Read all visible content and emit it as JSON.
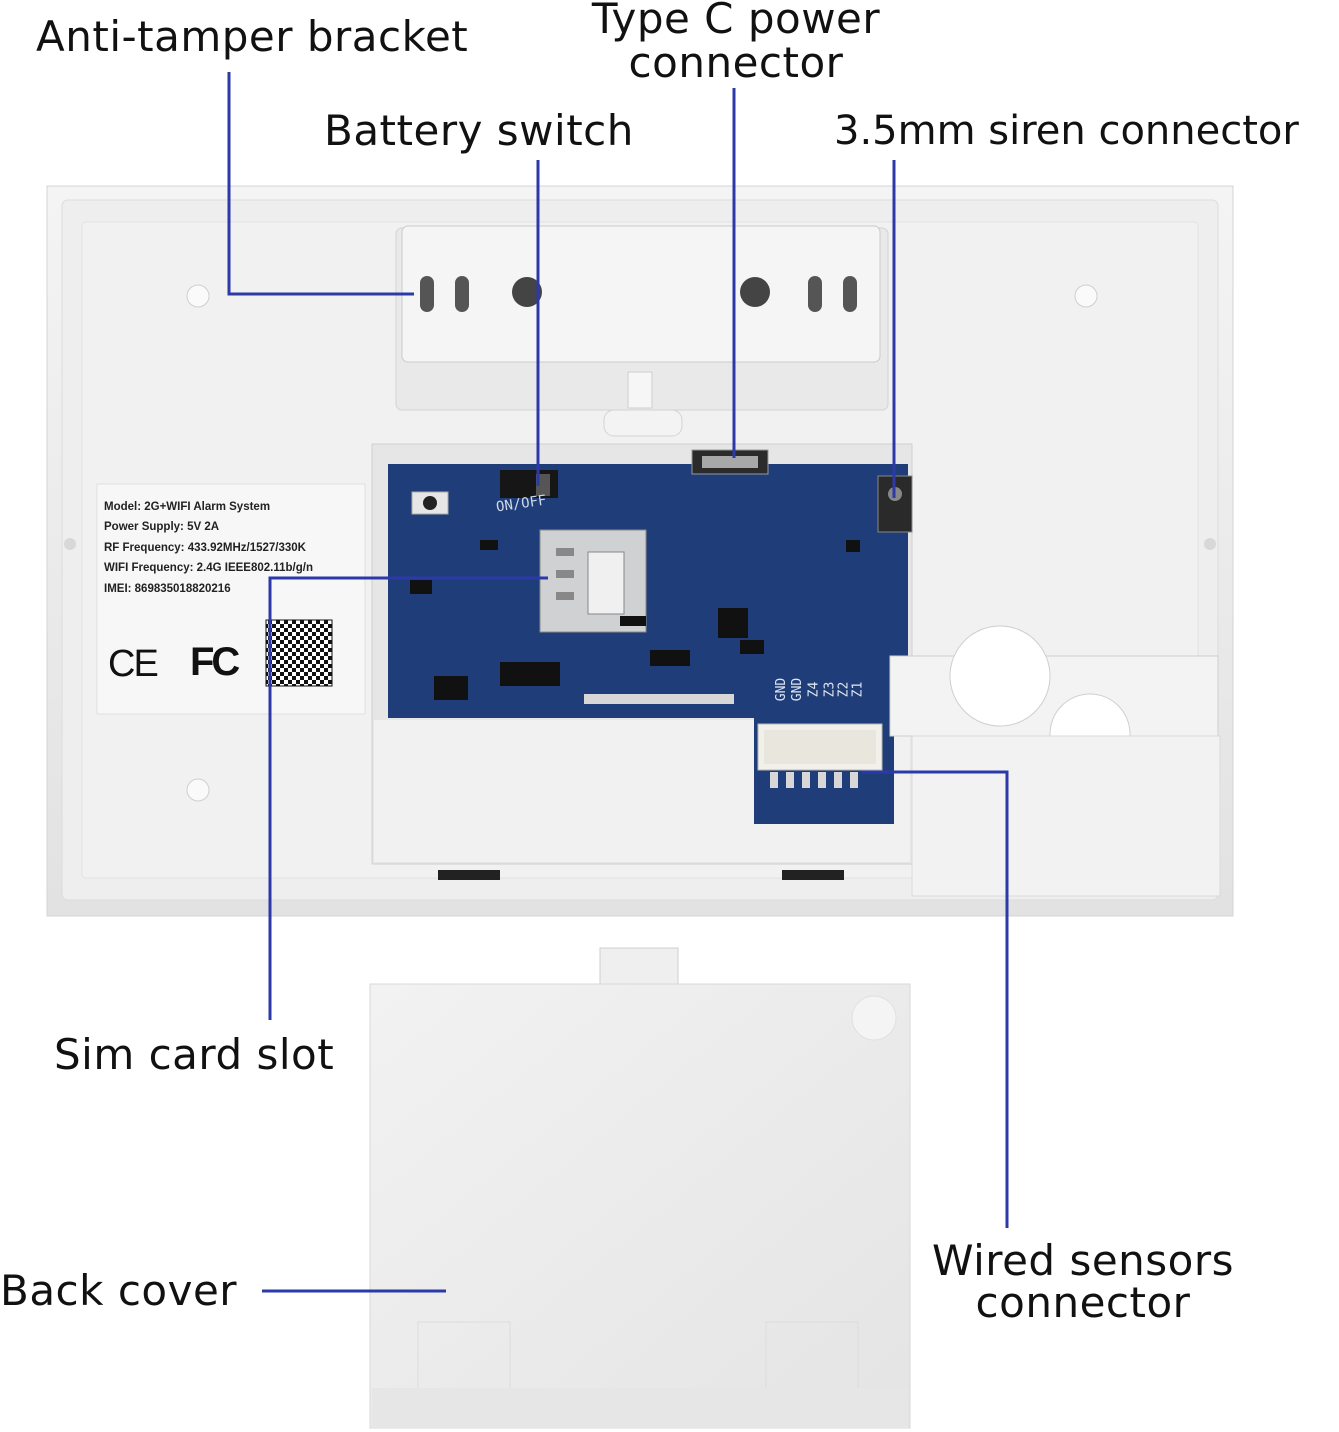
{
  "callouts": {
    "anti_tamper": "Anti-tamper bracket",
    "type_c_line1": "Type C power",
    "type_c_line2": "connector",
    "battery_switch": "Battery switch",
    "siren": "3.5mm siren connector",
    "sim_slot": "Sim card slot",
    "back_cover": "Back cover",
    "wired_line1": "Wired sensors",
    "wired_line2": "connector"
  },
  "product_label": {
    "model": "Model: 2G+WIFI  Alarm System",
    "power": "Power Supply: 5V 2A",
    "rf": "RF Frequency: 433.92MHz/1527/330K",
    "wifi": "WIFI Frequency: 2.4G IEEE802.11b/g/n",
    "imei": "IMEI:   869835018820216",
    "ce_mark": "CE",
    "fcc_mark": "FC"
  },
  "pcb": {
    "switch_text": "ON/OFF",
    "terminals": [
      "GND",
      "GND",
      "Z4",
      "Z3",
      "Z2",
      "Z1"
    ]
  },
  "colors": {
    "leader": "#2b3aa8",
    "pcb": "#1f3d78",
    "housing": "#ececec"
  }
}
